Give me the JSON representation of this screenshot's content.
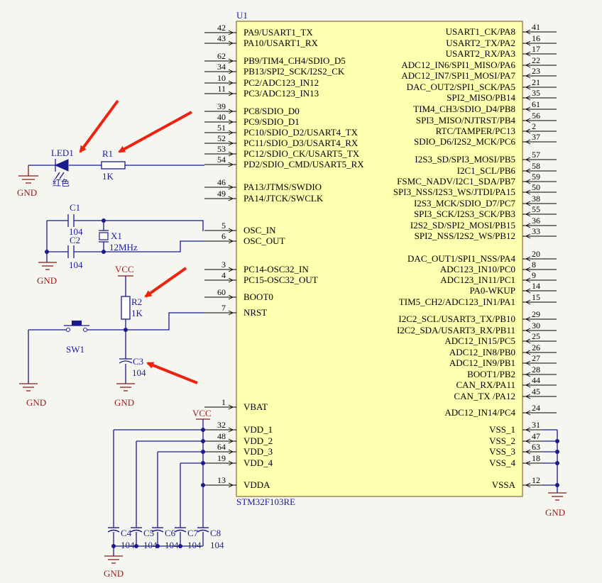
{
  "chip": {
    "designator": "U1",
    "part": "STM32F103RE",
    "left_pins": [
      {
        "num": "42",
        "label": "PA9/USART1_TX"
      },
      {
        "num": "43",
        "label": "PA10/USART1_RX"
      },
      {
        "num": "62",
        "label": "PB9/TIM4_CH4/SDIO_D5"
      },
      {
        "num": "34",
        "label": "PB13/SPI2_SCK/I2S2_CK"
      },
      {
        "num": "10",
        "label": "PC2/ADC123_IN12"
      },
      {
        "num": "11",
        "label": "PC3/ADC123_IN13"
      },
      {
        "num": "39",
        "label": "PC8/SDIO_D0"
      },
      {
        "num": "40",
        "label": "PC9/SDIO_D1"
      },
      {
        "num": "51",
        "label": "PC10/SDIO_D2/USART4_TX"
      },
      {
        "num": "52",
        "label": "PC11/SDIO_D3/USART4_RX"
      },
      {
        "num": "53",
        "label": "PC12/SDIO_CK/USART5_TX"
      },
      {
        "num": "54",
        "label": "PD2/SDIO_CMD/USART5_RX"
      },
      {
        "num": "46",
        "label": "PA13/JTMS/SWDIO"
      },
      {
        "num": "49",
        "label": "PA14/JTCK/SWCLK"
      },
      {
        "num": "5",
        "label": "OSC_IN"
      },
      {
        "num": "6",
        "label": "OSC_OUT"
      },
      {
        "num": "3",
        "label": "PC14-OSC32_IN"
      },
      {
        "num": "4",
        "label": "PC15-OSC32_OUT"
      },
      {
        "num": "60",
        "label": "BOOT0"
      },
      {
        "num": "7",
        "label": "NRST"
      },
      {
        "num": "1",
        "label": "VBAT"
      },
      {
        "num": "32",
        "label": "VDD_1"
      },
      {
        "num": "48",
        "label": "VDD_2"
      },
      {
        "num": "64",
        "label": "VDD_3"
      },
      {
        "num": "19",
        "label": "VDD_4"
      },
      {
        "num": "13",
        "label": "VDDA"
      }
    ],
    "right_pins": [
      {
        "num": "41",
        "label": "USART1_CK/PA8"
      },
      {
        "num": "16",
        "label": "USART2_TX/PA2"
      },
      {
        "num": "17",
        "label": "USART2_RX/PA3"
      },
      {
        "num": "22",
        "label": "ADC12_IN6/SPI1_MISO/PA6"
      },
      {
        "num": "23",
        "label": "ADC12_IN7/SPI1_MOSI/PA7"
      },
      {
        "num": "21",
        "label": "DAC_OUT2/SPI1_SCK/PA5"
      },
      {
        "num": "35",
        "label": "SPI2_MISO/PB14"
      },
      {
        "num": "61",
        "label": "TIM4_CH3/SDIO_D4/PB8"
      },
      {
        "num": "56",
        "label": "SPI3_MISO/NJTRST/PB4"
      },
      {
        "num": "2",
        "label": "RTC/TAMPER/PC13"
      },
      {
        "num": "37",
        "label": "SDIO_D6/I2S2_MCK/PC6"
      },
      {
        "num": "57",
        "label": "I2S3_SD/SPI3_MOSI/PB5"
      },
      {
        "num": "58",
        "label": "I2C1_SCL/PB6"
      },
      {
        "num": "59",
        "label": "FSMC_NADV/I2C1_SDA/PB7"
      },
      {
        "num": "50",
        "label": "SPI3_NSS/I2S3_WS/JTDI/PA15"
      },
      {
        "num": "38",
        "label": "I2S3_MCK/SDIO_D7/PC7"
      },
      {
        "num": "55",
        "label": "SPI3_SCK/I2S3_SCK/PB3"
      },
      {
        "num": "36",
        "label": "I2S2_SD/SPI2_MOSI/PB15"
      },
      {
        "num": "33",
        "label": "SPI2_NSS/I2S2_WS/PB12"
      },
      {
        "num": "20",
        "label": "DAC_OUT1/SPI1_NSS/PA4"
      },
      {
        "num": "8",
        "label": "ADC123_IN10/PC0"
      },
      {
        "num": "9",
        "label": "ADC123_IN11/PC1"
      },
      {
        "num": "14",
        "label": "PA0-WKUP"
      },
      {
        "num": "15",
        "label": "TIM5_CH2/ADC123_IN1/PA1"
      },
      {
        "num": "29",
        "label": "I2C2_SCL/USART3_TX/PB10"
      },
      {
        "num": "30",
        "label": "I2C2_SDA/USART3_RX/PB11"
      },
      {
        "num": "25",
        "label": "ADC12_IN15/PC5"
      },
      {
        "num": "26",
        "label": "ADC12_IN8/PB0"
      },
      {
        "num": "27",
        "label": "ADC12_IN9/PB1"
      },
      {
        "num": "28",
        "label": "BOOT1/PB2"
      },
      {
        "num": "44",
        "label": "CAN_RX/PA11"
      },
      {
        "num": "45",
        "label": "CAN_TX /PA12"
      },
      {
        "num": "24",
        "label": "ADC12_IN14/PC4"
      },
      {
        "num": "31",
        "label": "VSS_1"
      },
      {
        "num": "47",
        "label": "VSS_2"
      },
      {
        "num": "63",
        "label": "VSS_3"
      },
      {
        "num": "18",
        "label": "VSS_4"
      },
      {
        "num": "12",
        "label": "VSSA"
      }
    ]
  },
  "components": {
    "led1": {
      "ref": "LED1",
      "value": "红色"
    },
    "r1": {
      "ref": "R1",
      "value": "1K"
    },
    "c1": {
      "ref": "C1",
      "value": "104"
    },
    "c2": {
      "ref": "C2",
      "value": "104"
    },
    "x1": {
      "ref": "X1",
      "value": "12MHz"
    },
    "r2": {
      "ref": "R2",
      "value": "1K"
    },
    "c3": {
      "ref": "C3",
      "value": "104"
    },
    "sw1": {
      "ref": "SW1"
    },
    "decoupling": [
      {
        "ref": "C4",
        "value": "104"
      },
      {
        "ref": "C5",
        "value": "104"
      },
      {
        "ref": "C6",
        "value": "104"
      },
      {
        "ref": "C7",
        "value": "104"
      },
      {
        "ref": "C8",
        "value": "104"
      }
    ]
  },
  "power": {
    "vcc": "VCC",
    "gnd": "GND"
  },
  "colors": {
    "chip_fill": "#ffffb0",
    "wire": "#1a1a8c",
    "power": "#9a1a1a",
    "arrow": "#ee2211"
  }
}
